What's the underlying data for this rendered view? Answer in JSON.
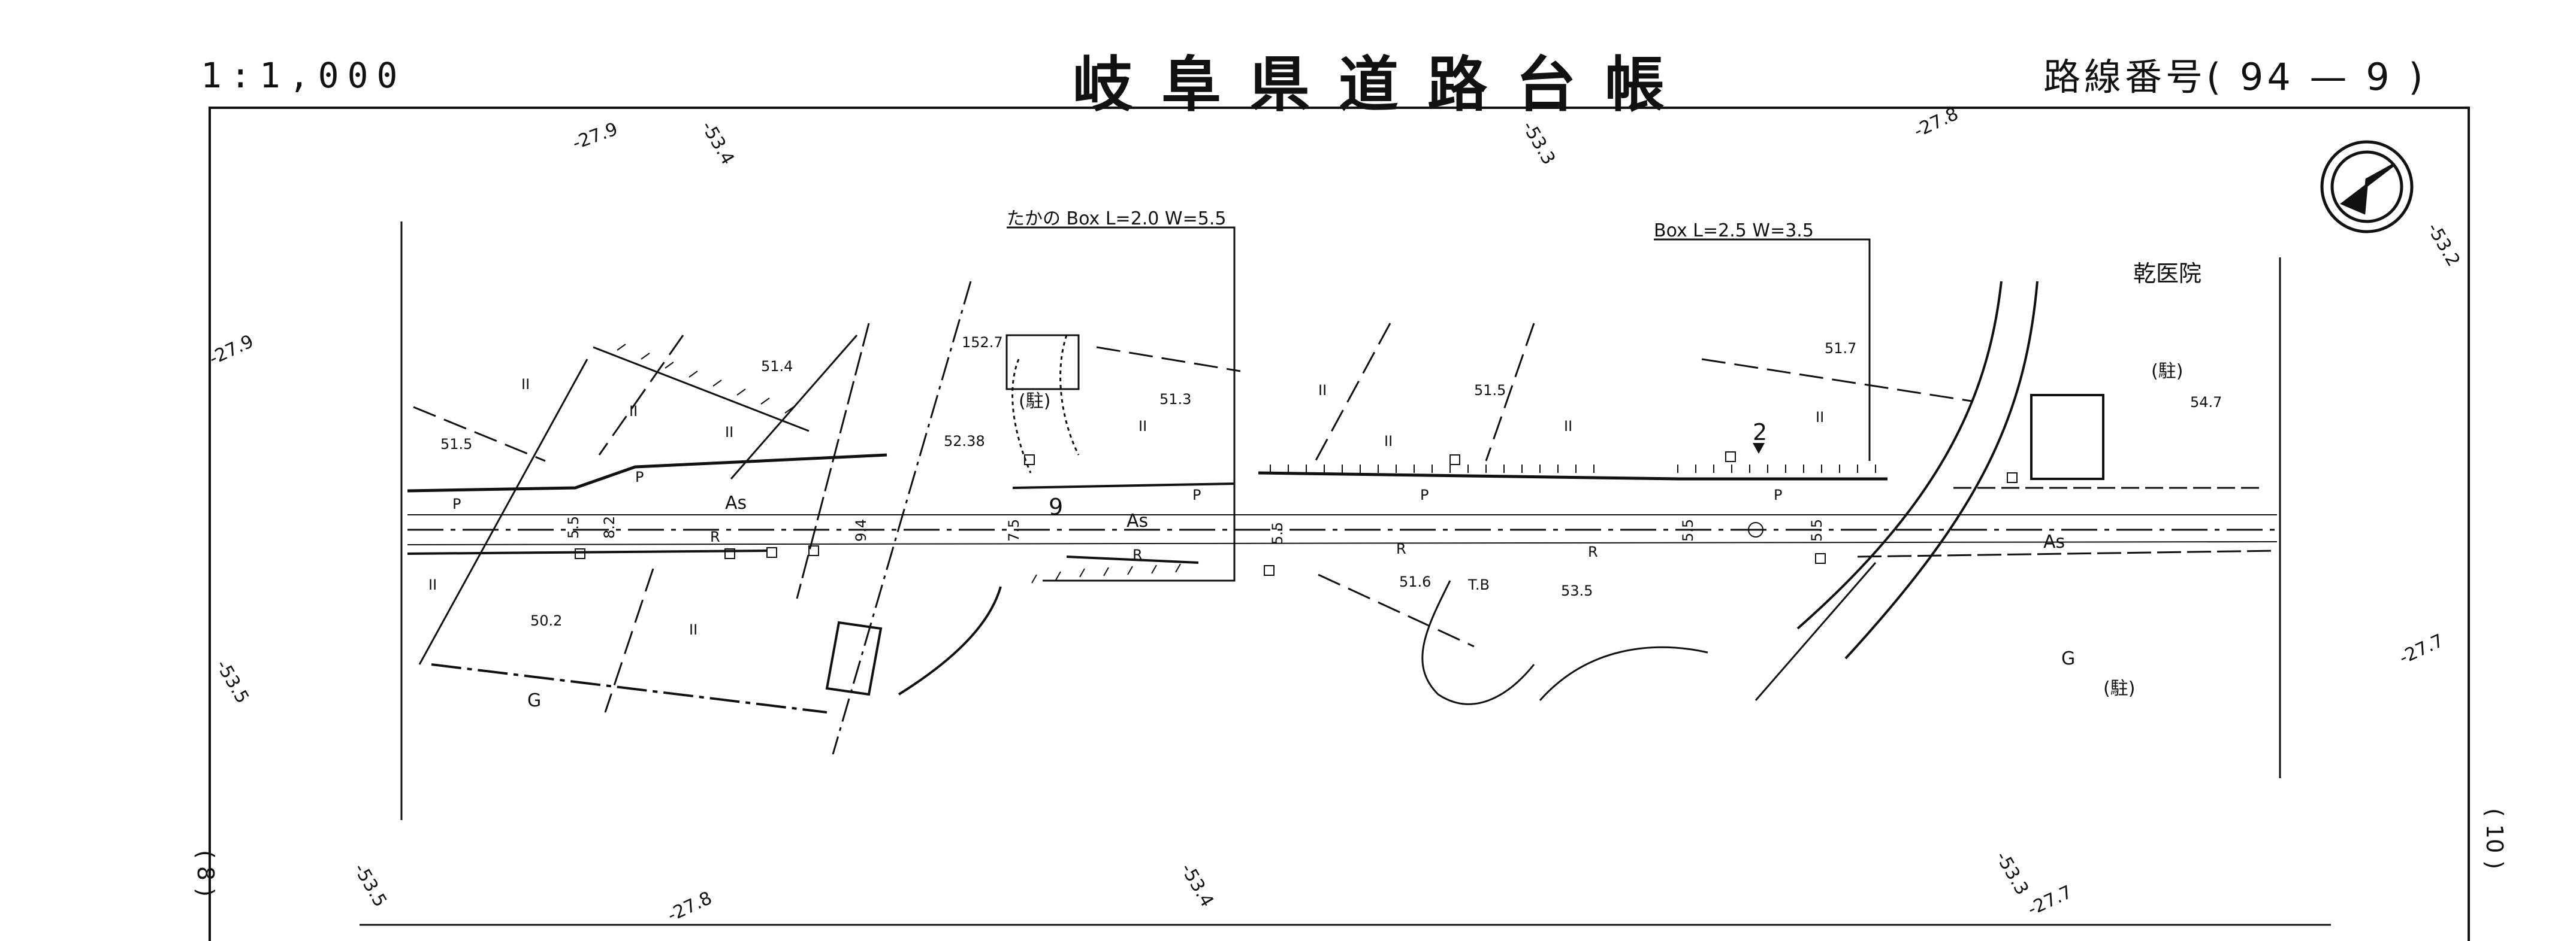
{
  "header": {
    "scale": "1:1,000",
    "title": "岐阜県道路台帳",
    "route": "路線番号( 94 — 9 )"
  },
  "map": {
    "grid_labels": {
      "top_1": "-27.9",
      "top_2": "-53.4",
      "top_3": "-53.3",
      "top_4": "-27.8",
      "top_5": "-53.2",
      "left_1": "-27.9",
      "left_2": "-53.5",
      "right_1": "-27.7",
      "bottom_1": "-53.5",
      "bottom_2": "-27.8",
      "bottom_3": "-53.4",
      "bottom_4": "-53.3",
      "bottom_5": "-27.7"
    },
    "sheet_prev": "( 8 )",
    "sheet_next": "( 10 )",
    "box_culvert_1": "たかの Box L=2.0 W=5.5",
    "box_culvert_2": "Box L=2.5 W=3.5",
    "hospital": "乾医院",
    "parking": "(駐)",
    "surface_as": "As",
    "mark_p": "P",
    "mark_r": "R",
    "mark_g": "G",
    "mark_ii": "II",
    "station_2": "2",
    "station_9": "9",
    "tb": "T.B",
    "elevations": {
      "e1": "51.4",
      "e2": "51.5",
      "e3": "51.3",
      "e4": "52.38",
      "e5": "152.7",
      "e6": "51.5",
      "e7": "51.7",
      "e8": "54.7",
      "e9": "50.2",
      "e10": "51.6",
      "e11": "53.5"
    },
    "widths": {
      "w1": "5.5",
      "w2": "8.2",
      "w3": "9.4",
      "w4": "7.5",
      "w5": "5.5",
      "w6": "5.5",
      "w7": "5.5"
    }
  }
}
